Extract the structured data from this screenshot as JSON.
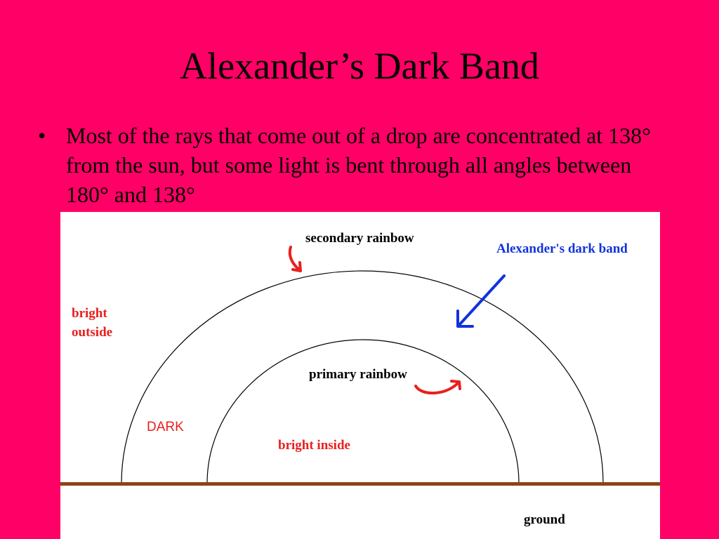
{
  "slide": {
    "title": "Alexander’s Dark Band",
    "bullet": "Most of the rays that come out of a drop are concentrated at 138° from the sun, but some light is bent through all angles between 180° and 138°"
  },
  "diagram": {
    "labels": {
      "secondary_rainbow": "secondary rainbow",
      "alexanders_dark_band": "Alexander's dark band",
      "bright_outside_line1": "bright",
      "bright_outside_line2": "outside",
      "primary_rainbow": "primary rainbow",
      "dark": "DARK",
      "bright_inside": "bright inside",
      "ground": "ground"
    },
    "colors": {
      "background": "#ff0066",
      "panel": "#ffffff",
      "arc": "#000000",
      "ground_line": "#8b4513",
      "red_labels": "#e8201f",
      "blue_labels": "#1133dd",
      "black_labels": "#000000"
    }
  }
}
